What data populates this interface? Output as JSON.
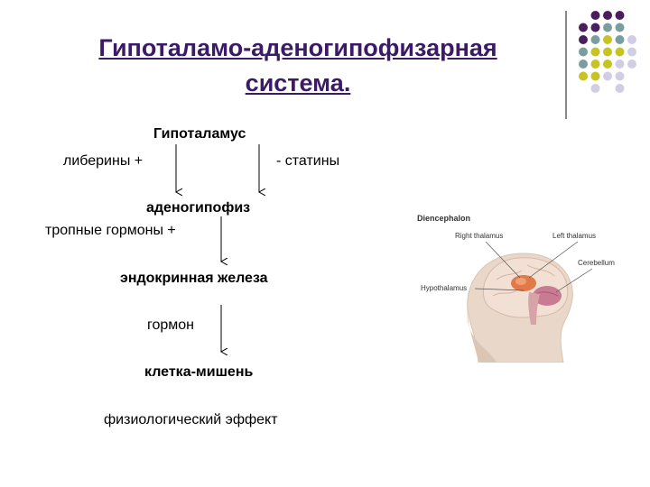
{
  "slide": {
    "title_line1": "Гипоталамо-аденогипофизарная",
    "title_line2": "система."
  },
  "diagram": {
    "hypothalamus": "Гипоталамус",
    "liberins": "либерины +",
    "statins": "- статины",
    "adenohypophysis": "аденогипофиз",
    "tropic": "тропные гормоны +",
    "gland": "эндокринная железа",
    "hormone": "гормон",
    "target": "клетка-мишень",
    "effect": "физиологический эффект"
  },
  "figure": {
    "heading": "Diencephalon",
    "right_thalamus": "Right thalamus",
    "left_thalamus": "Left thalamus",
    "cerebellum": "Cerebellum",
    "hypothalamus": "Hypothalamus"
  },
  "colors": {
    "title": "#3b1a66",
    "dot_purple": "#4a1e5c",
    "dot_teal": "#7a9ea0",
    "dot_yellow": "#c6c323",
    "dot_lavender": "#d0cde4"
  }
}
